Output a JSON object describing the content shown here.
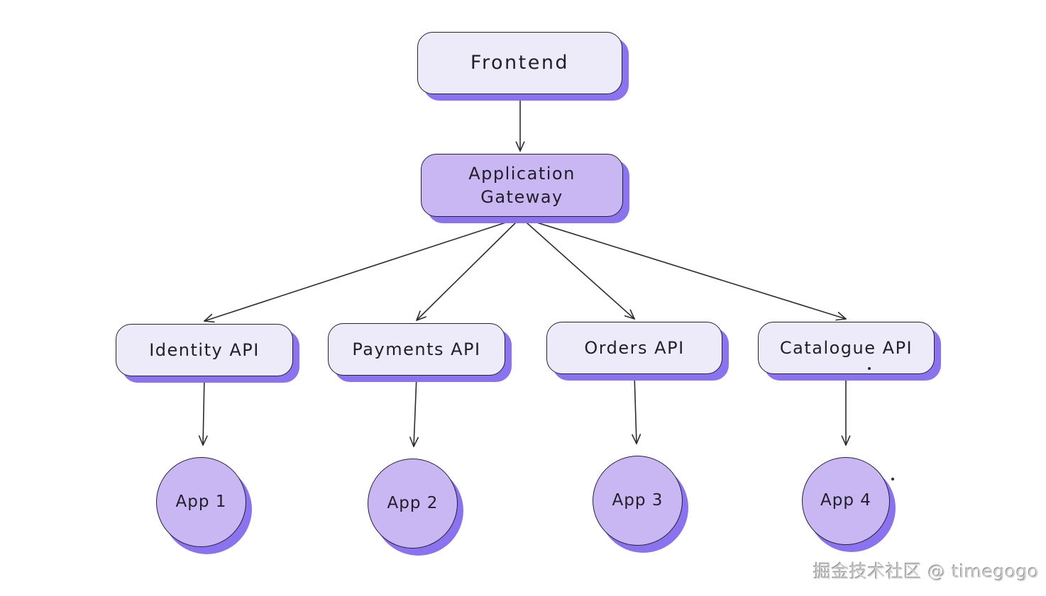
{
  "diagram": {
    "type": "flowchart",
    "nodes": {
      "frontend": {
        "label": "Frontend",
        "shape": "box",
        "variant": "light"
      },
      "gateway": {
        "label": "Application Gateway",
        "shape": "box",
        "variant": "purple"
      },
      "identity": {
        "label": "Identity API",
        "shape": "box",
        "variant": "light"
      },
      "payments": {
        "label": "Payments API",
        "shape": "box",
        "variant": "light"
      },
      "orders": {
        "label": "Orders API",
        "shape": "box",
        "variant": "light"
      },
      "catalogue": {
        "label": "Catalogue API",
        "shape": "box",
        "variant": "light"
      },
      "app1": {
        "label": "App 1",
        "shape": "circle",
        "variant": "purple"
      },
      "app2": {
        "label": "App 2",
        "shape": "circle",
        "variant": "purple"
      },
      "app3": {
        "label": "App 3",
        "shape": "circle",
        "variant": "purple"
      },
      "app4": {
        "label": "App 4",
        "shape": "circle",
        "variant": "purple"
      }
    },
    "edges": [
      {
        "from": "frontend",
        "to": "gateway"
      },
      {
        "from": "gateway",
        "to": "identity"
      },
      {
        "from": "gateway",
        "to": "payments"
      },
      {
        "from": "gateway",
        "to": "orders"
      },
      {
        "from": "gateway",
        "to": "catalogue"
      },
      {
        "from": "identity",
        "to": "app1"
      },
      {
        "from": "payments",
        "to": "app2"
      },
      {
        "from": "orders",
        "to": "app3"
      },
      {
        "from": "catalogue",
        "to": "app4"
      }
    ],
    "colors": {
      "node_fill_light": "#EDEAFA",
      "node_fill_purple": "#C9B7F3",
      "shadow_purple": "#8B72EE",
      "stroke": "#23232E",
      "background": "#FFFFFF"
    }
  },
  "watermark": {
    "text": "掘金技术社区 @ timegogo"
  }
}
